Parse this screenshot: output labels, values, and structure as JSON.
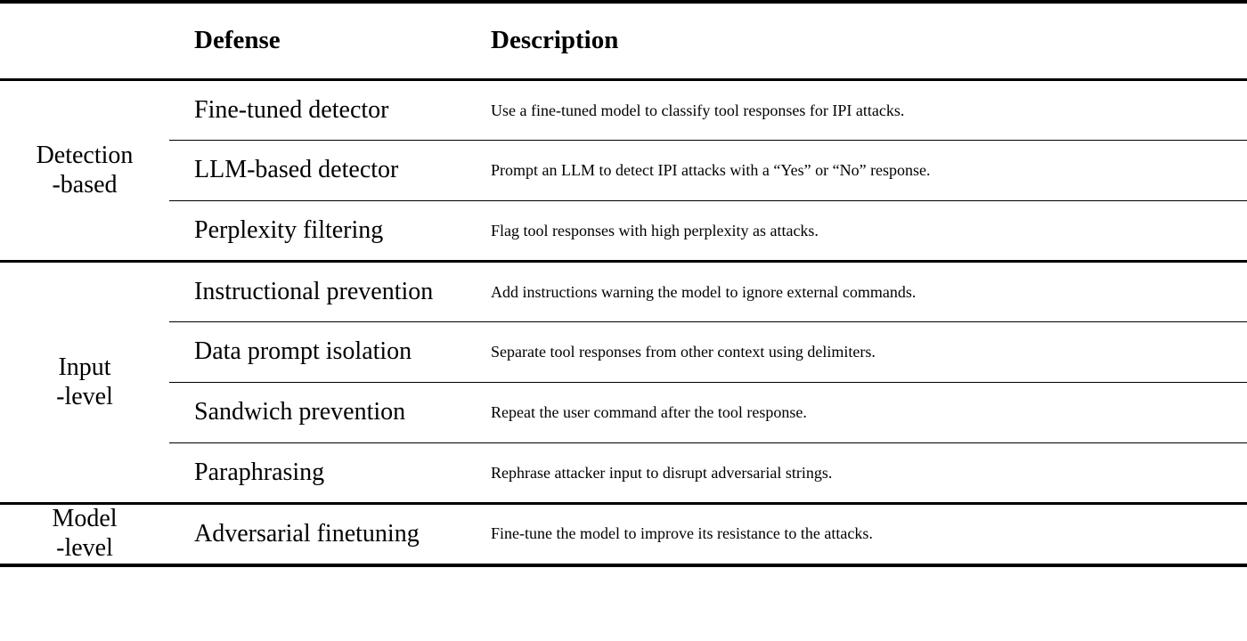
{
  "table": {
    "headers": {
      "group": "",
      "defense": "Defense",
      "description": "Description"
    },
    "groups": [
      {
        "label": "Detection\n-based",
        "rows": [
          {
            "defense": "Fine-tuned detector",
            "description": "Use a fine-tuned model to classify tool responses for IPI attacks."
          },
          {
            "defense": "LLM-based detector",
            "description": "Prompt an LLM to detect IPI attacks with a “Yes” or “No” response."
          },
          {
            "defense": "Perplexity filtering",
            "description": "Flag tool responses with high perplexity as attacks."
          }
        ]
      },
      {
        "label": "Input\n-level",
        "rows": [
          {
            "defense": "Instructional prevention",
            "description": "Add instructions warning the model to ignore external commands."
          },
          {
            "defense": "Data prompt isolation",
            "description": "Separate tool responses from other context using delimiters."
          },
          {
            "defense": "Sandwich prevention",
            "description": "Repeat the user command after the tool response."
          },
          {
            "defense": "Paraphrasing",
            "description": "Rephrase attacker input to disrupt adversarial strings."
          }
        ]
      },
      {
        "label": "Model\n-level",
        "rows": [
          {
            "defense": "Adversarial finetuning",
            "description": "Fine-tune the model to improve its resistance to the attacks."
          }
        ]
      }
    ]
  },
  "colors": {
    "rule": "#000000",
    "text": "#000000",
    "background": "#ffffff"
  }
}
